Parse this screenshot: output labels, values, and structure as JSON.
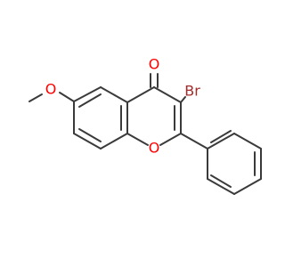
{
  "molecule": {
    "atoms": {
      "carbonyl_oxygen": {
        "label": "O",
        "color": "#ff0000"
      },
      "bromine": {
        "label": "Br",
        "color": "#a52a2a"
      },
      "ring_oxygen": {
        "label": "O",
        "color": "#ff0000"
      },
      "methoxy_oxygen": {
        "label": "O",
        "color": "#ff0000"
      }
    },
    "bond_color": "#3a3a3a",
    "background": "#ffffff"
  }
}
